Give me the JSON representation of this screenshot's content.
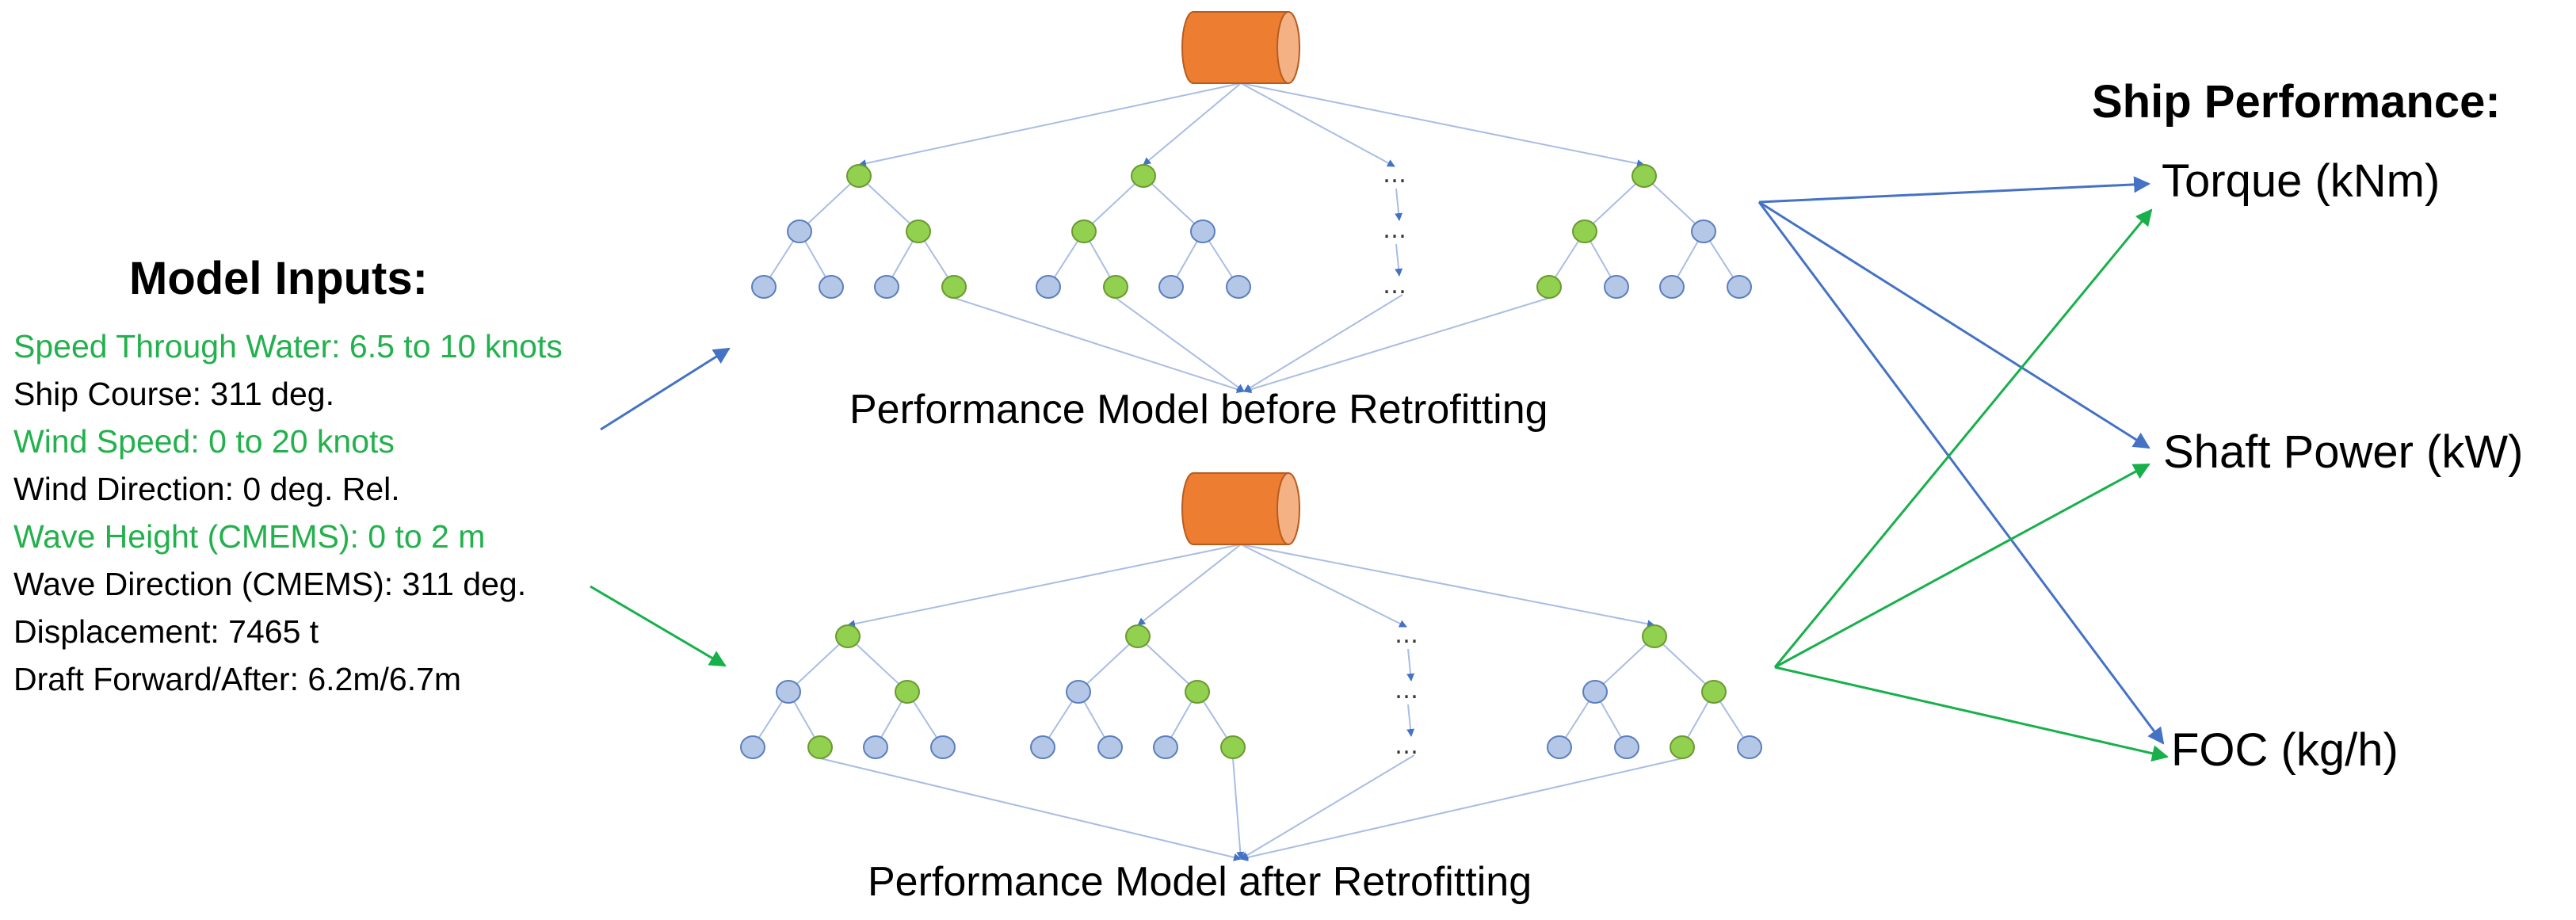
{
  "colors": {
    "highlight_green": "#22b14c",
    "node_green": "#92d050",
    "node_blue": "#b4c7e7",
    "node_stroke": "#5b7fbd",
    "edge_blue": "#4472c4",
    "edge_light": "#a9bde3",
    "arrow_green": "#17b04b",
    "cylinder_orange": "#ed7d31",
    "cylinder_cap": "#f4b183"
  },
  "inputs": {
    "heading": "Model Inputs:",
    "items": [
      {
        "text": "Speed Through Water: 6.5 to 10 knots",
        "highlight": true
      },
      {
        "text": "Ship Course: 311 deg.",
        "highlight": false
      },
      {
        "text": "Wind Speed: 0 to 20 knots",
        "highlight": true
      },
      {
        "text": "Wind Direction: 0 deg. Rel.",
        "highlight": false
      },
      {
        "text": "Wave Height (CMEMS): 0 to 2 m",
        "highlight": true
      },
      {
        "text": "Wave Direction (CMEMS): 311 deg.",
        "highlight": false
      },
      {
        "text": "Displacement: 7465 t",
        "highlight": false
      },
      {
        "text": "Draft Forward/After: 6.2m/6.7m",
        "highlight": false
      }
    ]
  },
  "models": [
    {
      "caption": "Performance Model before Retrofitting",
      "ellipsis": "…"
    },
    {
      "caption": "Performance Model after Retrofitting",
      "ellipsis": "…"
    }
  ],
  "outputs": {
    "heading": "Ship Performance:",
    "items": [
      "Torque (kNm)",
      "Shaft Power (kW)",
      "FOC (kg/h)"
    ]
  }
}
